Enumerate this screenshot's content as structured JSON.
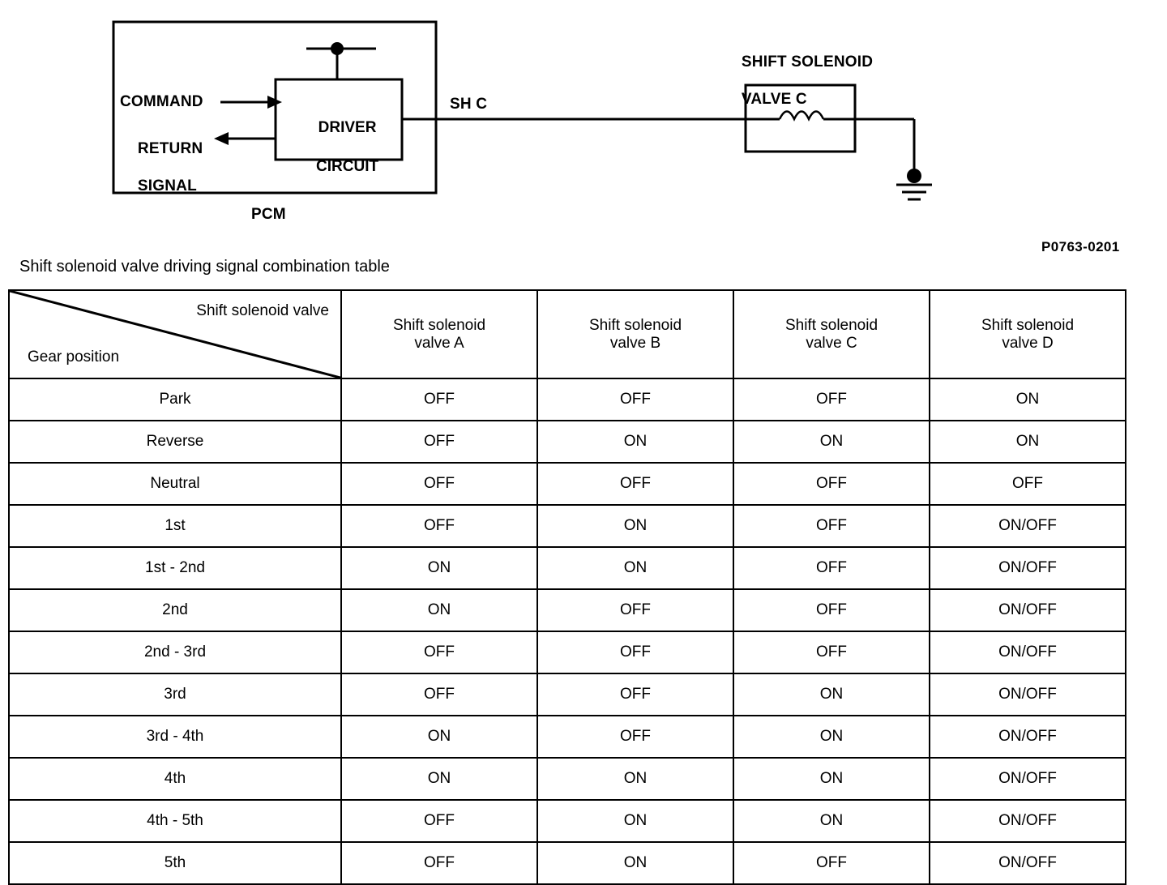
{
  "diagram": {
    "pcm_label": "PCM",
    "driver_circuit_line1": "DRIVER",
    "driver_circuit_line2": "CIRCUIT",
    "command_label": "COMMAND",
    "return_signal_line1": "RETURN",
    "return_signal_line2": "SIGNAL",
    "wire_label": "SH C",
    "solenoid_line1": "SHIFT SOLENOID",
    "solenoid_line2": "VALVE C",
    "part_number": "P0763-0201",
    "line_color": "#000000"
  },
  "table": {
    "caption": "Shift solenoid valve driving signal combination table",
    "corner_column_label": "Shift solenoid valve",
    "corner_row_label": "Gear position",
    "headers": [
      {
        "line1": "Shift solenoid",
        "line2": "valve A"
      },
      {
        "line1": "Shift solenoid",
        "line2": "valve B"
      },
      {
        "line1": "Shift solenoid",
        "line2": "valve C"
      },
      {
        "line1": "Shift solenoid",
        "line2": "valve D"
      }
    ],
    "rows": [
      {
        "gear": "Park",
        "a": "OFF",
        "b": "OFF",
        "c": "OFF",
        "d": "ON"
      },
      {
        "gear": "Reverse",
        "a": "OFF",
        "b": "ON",
        "c": "ON",
        "d": "ON"
      },
      {
        "gear": "Neutral",
        "a": "OFF",
        "b": "OFF",
        "c": "OFF",
        "d": "OFF"
      },
      {
        "gear": "1st",
        "a": "OFF",
        "b": "ON",
        "c": "OFF",
        "d": "ON/OFF"
      },
      {
        "gear": "1st - 2nd",
        "a": "ON",
        "b": "ON",
        "c": "OFF",
        "d": "ON/OFF"
      },
      {
        "gear": "2nd",
        "a": "ON",
        "b": "OFF",
        "c": "OFF",
        "d": "ON/OFF"
      },
      {
        "gear": "2nd - 3rd",
        "a": "OFF",
        "b": "OFF",
        "c": "OFF",
        "d": "ON/OFF"
      },
      {
        "gear": "3rd",
        "a": "OFF",
        "b": "OFF",
        "c": "ON",
        "d": "ON/OFF"
      },
      {
        "gear": "3rd - 4th",
        "a": "ON",
        "b": "OFF",
        "c": "ON",
        "d": "ON/OFF"
      },
      {
        "gear": "4th",
        "a": "ON",
        "b": "ON",
        "c": "ON",
        "d": "ON/OFF"
      },
      {
        "gear": "4th - 5th",
        "a": "OFF",
        "b": "ON",
        "c": "ON",
        "d": "ON/OFF"
      },
      {
        "gear": "5th",
        "a": "OFF",
        "b": "ON",
        "c": "OFF",
        "d": "ON/OFF"
      }
    ]
  }
}
